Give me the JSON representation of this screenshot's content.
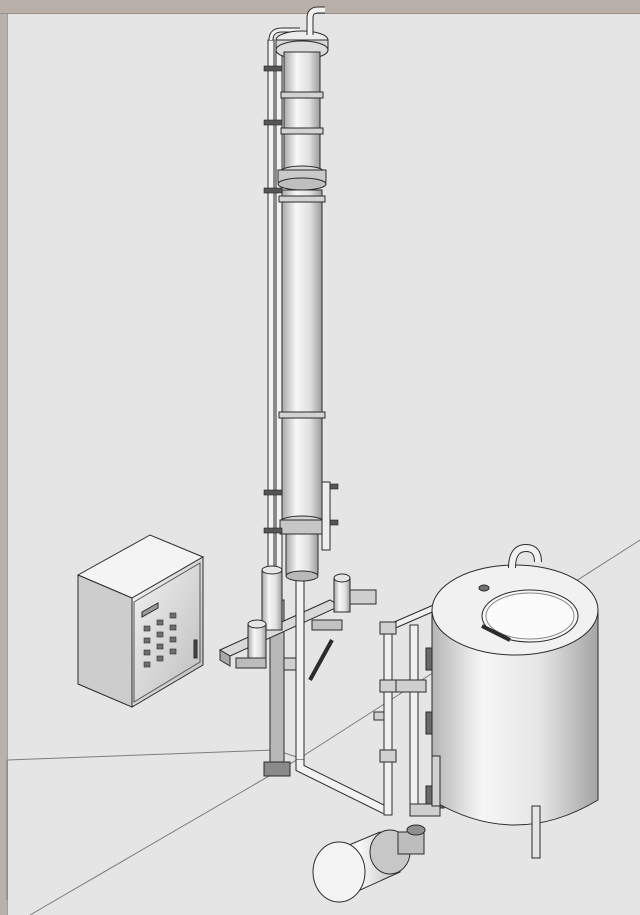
{
  "figure": {
    "subject": "distillation-column-installation",
    "colors": {
      "frame": "#b9b2ac",
      "background": "#e5e5e5",
      "line": "#2b2b2b",
      "metal_light": "#f4f4f4",
      "metal_mid": "#cfcfcf",
      "metal_dark": "#9a9a9a",
      "floor_line": "#7d7d7d"
    },
    "components": [
      "column-top-flange",
      "vapor-outlet-pipe",
      "column-upper-section",
      "column-lower-section",
      "reflux-line",
      "column-support-post",
      "condenser-cooler",
      "control-cabinet",
      "storage-tank",
      "tank-lid",
      "valve-manifold",
      "pump"
    ]
  }
}
